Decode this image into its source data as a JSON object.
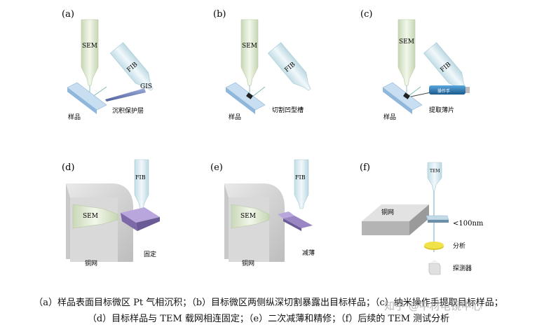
{
  "panels": {
    "a": {
      "label": "(a)",
      "sem": "SEM",
      "fib": "FIB",
      "gis": "GIS",
      "sample": "样品",
      "caption": "沉积保护层"
    },
    "b": {
      "label": "(b)",
      "sem": "SEM",
      "fib": "FIB",
      "sample": "样品",
      "caption": "切割凹型槽"
    },
    "c": {
      "label": "(c)",
      "sem": "SEM",
      "fib": "FIB",
      "sample": "样品",
      "caption": "提取薄片",
      "manipulator": "操作手"
    },
    "d": {
      "label": "(d)",
      "sem": "SEM",
      "fib": "FIB",
      "grid": "铜网",
      "caption": "固定"
    },
    "e": {
      "label": "(e)",
      "sem": "SEM",
      "fib": "FIB",
      "grid": "铜网",
      "caption": "减薄"
    },
    "f": {
      "label": "(f)",
      "tem": "TEM",
      "grid": "铜网",
      "thickness": "<100nm",
      "analysis": "分析",
      "detector": "探测器"
    }
  },
  "caption": {
    "line1": "（a）样品表面目标微区 Pt 气相沉积；（b）目标微区两侧纵深切割暴露出目标样品；（c）纳米操作手提取目标样品；",
    "line2": "（d）目标样品与 TEM 载网相连固定；（e）二次减薄和精修；（f）后续的 TEM 测试分析"
  },
  "watermark": "知乎 @中材电镜中心",
  "colors": {
    "column": "#e3ecd4",
    "fib_column": "#dfeef2",
    "sample_blue": "#a8c9e6",
    "lamella": "#9b86c4",
    "gis": "#6e7fb8",
    "manipulator": "#2a6fa8",
    "grid": "#cfcfcf",
    "detector_disk": "#f2e24a"
  }
}
